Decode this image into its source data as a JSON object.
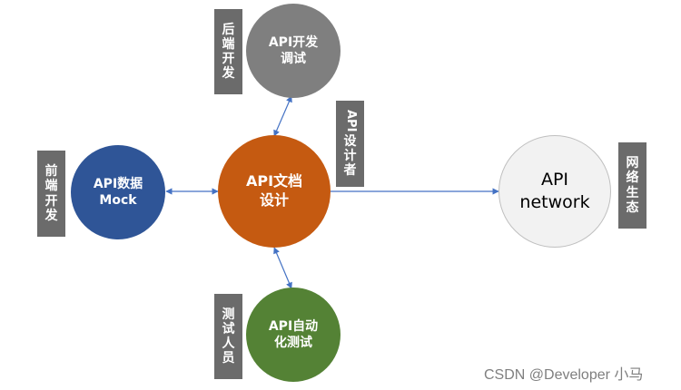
{
  "nodes": {
    "center": {
      "line1": "API文档",
      "line2": "设计",
      "color": "#c55a11"
    },
    "top": {
      "line1": "API开发",
      "line2": "调试",
      "color": "#7f7f7f"
    },
    "left": {
      "line1": "API数据",
      "line2": "Mock",
      "color": "#2f5597"
    },
    "bottom": {
      "line1": "API自动",
      "line2": "化测试",
      "color": "#548235"
    },
    "right": {
      "line1": "API",
      "line2": "network",
      "color": "#f2f2f2"
    }
  },
  "tags": {
    "backend": "后端开发",
    "frontend": "前端开发",
    "designer": "API设计者",
    "tester": "测试人员",
    "ecosystem": "网络生态"
  },
  "watermark": "CSDN @Developer 小马",
  "colors": {
    "tag_bg": "#6b6b6b",
    "arrow": "#4472c4"
  }
}
